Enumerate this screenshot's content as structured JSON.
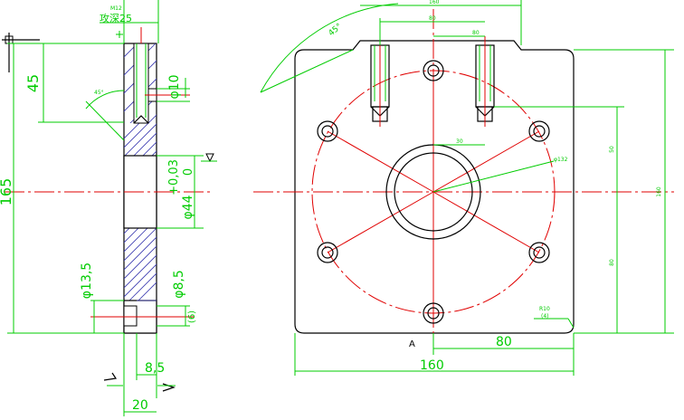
{
  "side_view": {
    "thread_note": "攻深25",
    "thread_spec": "M12",
    "dim_45": "45",
    "dim_165": "165",
    "dim_phi10": "φ10",
    "dim_tolerance": "+0,03",
    "dim_tolerance_zero": "0",
    "dim_phi44": "φ44",
    "dim_phi13_5": "φ13,5",
    "dim_phi8_5": "φ8,5",
    "dim_paren": "(6)",
    "dim_8_5": "8,5",
    "dim_20": "20",
    "angle_note": "45°"
  },
  "front_view": {
    "dim_160": "160",
    "dim_80": "80",
    "section_label": "A",
    "radius_note": "R10",
    "radius_sub": "(4)",
    "top_dim_outer": "160",
    "top_dim_mid": "80",
    "top_dim_inner": "80",
    "right_dim_full": "160",
    "right_dim_upper": "50",
    "right_dim_lower": "80",
    "centre_dim": "30",
    "bolt_circle": "φ132",
    "chamfer_note": "45°"
  },
  "colors": {
    "dimension": "#00cc00",
    "outline": "#000000",
    "centerline": "#e00000",
    "hatch": "#3b3bb0"
  }
}
